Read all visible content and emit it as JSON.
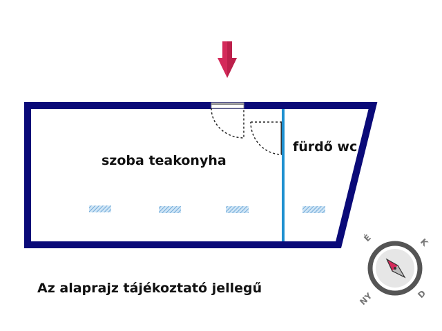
{
  "rooms": [
    {
      "name": "szoba teakonyha"
    },
    {
      "name": "fürdő wc"
    }
  ],
  "disclaimer": "Az alaprajz tájékoztató jellegű",
  "compass": {
    "north": "É",
    "east": "K",
    "south": "D",
    "west": "NY"
  },
  "colors": {
    "wall": "#0a0a78",
    "partition": "#1e90d0",
    "entrance_arrow": "#d42a5a",
    "window": "#7fb7e0",
    "compass_ring": "#555555",
    "compass_needle_north": "#d42a5a",
    "compass_needle_south": "#bbbbbb"
  },
  "icons": {
    "entrance": "entrance-arrow-icon",
    "compass": "compass-icon"
  }
}
